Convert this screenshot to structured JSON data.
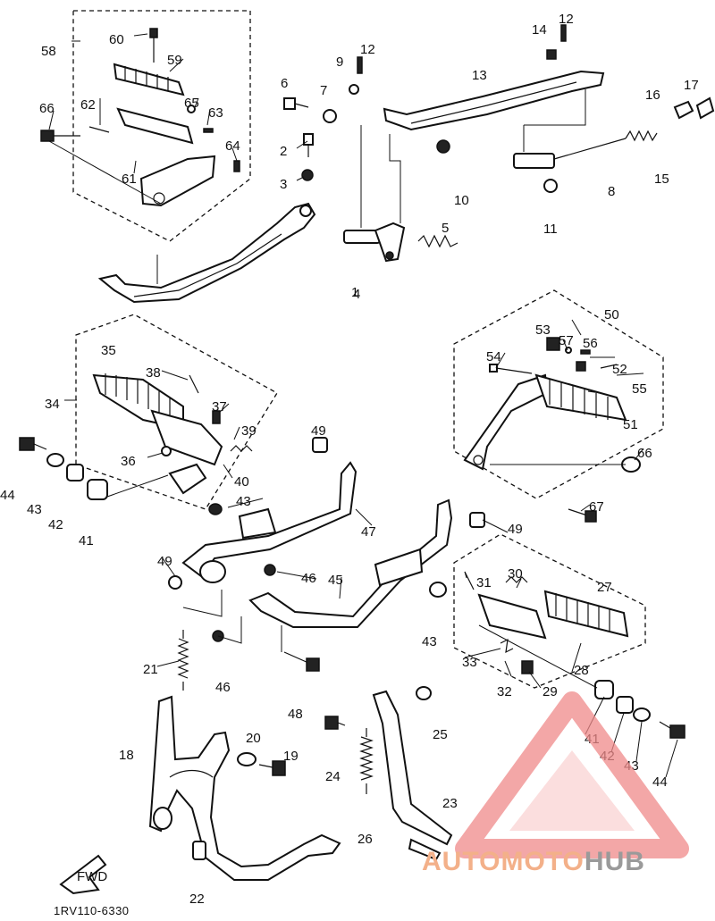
{
  "diagram_code": "1RV110-6330",
  "fwd_label": "FWD",
  "watermark": {
    "text_a": "AUTOMOTO",
    "text_b": "HUB",
    "color_a": "#f3b089",
    "color_b": "#9a9a9a",
    "mark_color": "#f08a8a"
  },
  "callouts": [
    "1",
    "2",
    "3",
    "4",
    "5",
    "6",
    "7",
    "8",
    "9",
    "10",
    "11",
    "12",
    "12",
    "13",
    "14",
    "15",
    "16",
    "17",
    "18",
    "19",
    "20",
    "21",
    "22",
    "23",
    "24",
    "25",
    "26",
    "27",
    "28",
    "29",
    "30",
    "31",
    "32",
    "33",
    "34",
    "35",
    "36",
    "37",
    "38",
    "39",
    "40",
    "41",
    "41",
    "42",
    "42",
    "43",
    "43",
    "43",
    "43",
    "44",
    "44",
    "45",
    "46",
    "46",
    "47",
    "48",
    "49",
    "49",
    "49",
    "50",
    "51",
    "52",
    "53",
    "54",
    "55",
    "56",
    "57",
    "58",
    "59",
    "60",
    "61",
    "62",
    "63",
    "64",
    "65",
    "66",
    "66",
    "67"
  ]
}
